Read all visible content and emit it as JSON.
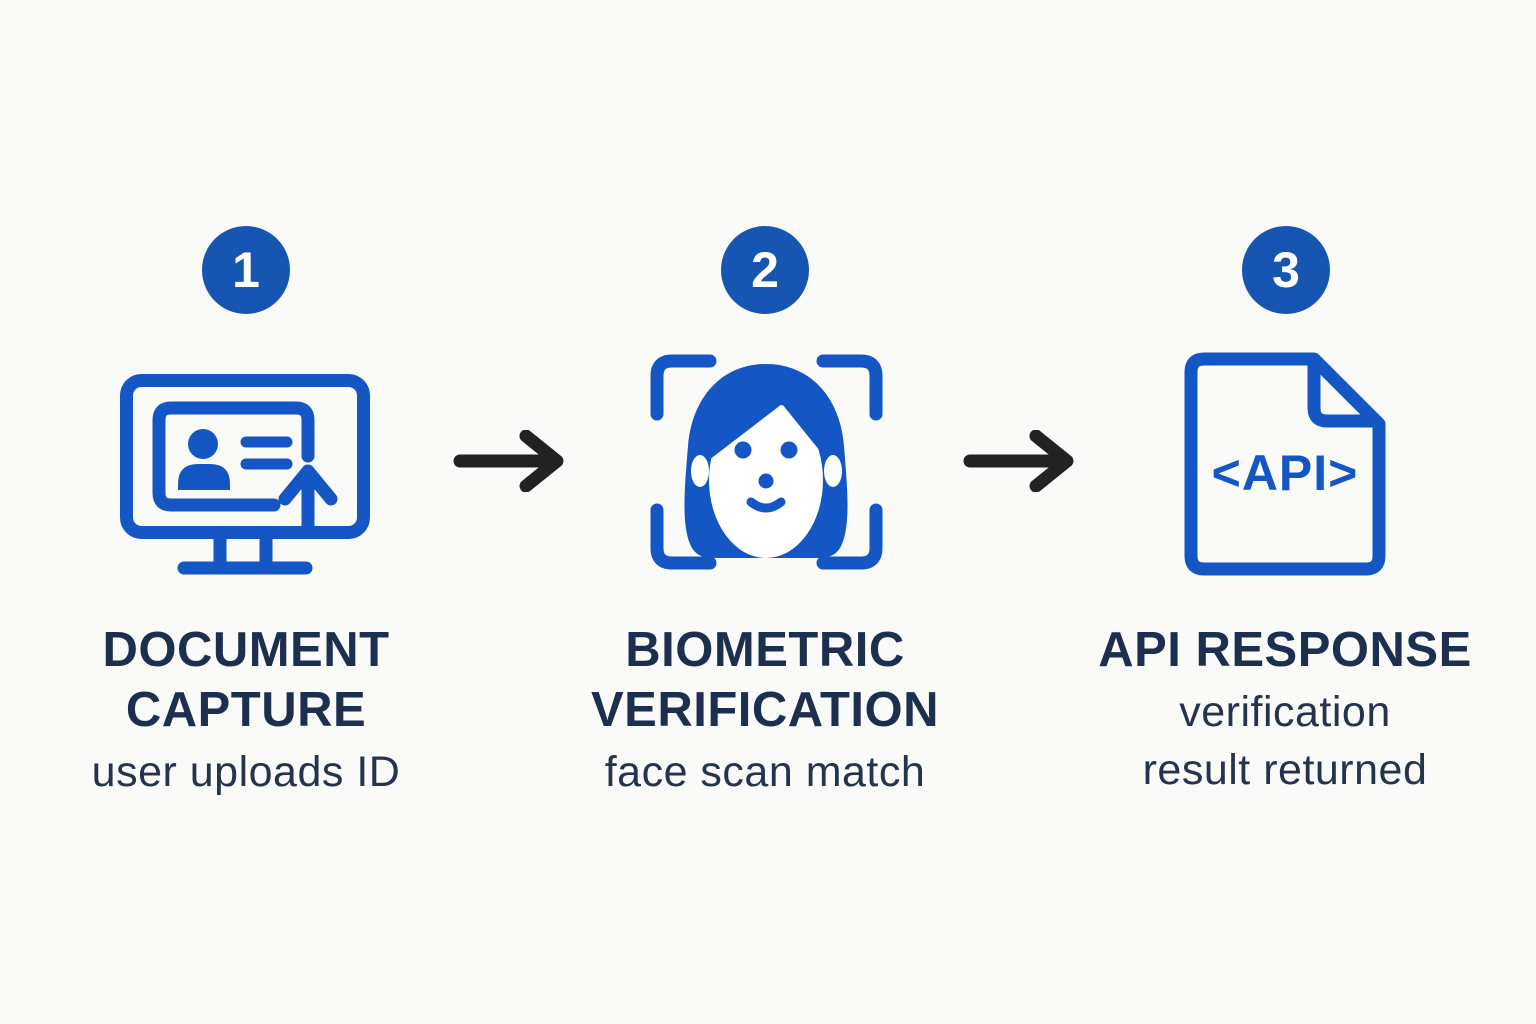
{
  "diagram": {
    "background": "#fafaf8",
    "colors": {
      "icon_blue": "#1356c4",
      "badge_blue": "#1655b2",
      "title_navy": "#1c2f4f",
      "subtitle_navy": "#24344d",
      "arrow_dark": "#202224",
      "badge_number_white": "#ffffff"
    },
    "steps": [
      {
        "number": "1",
        "icon": "monitor-id-upload-icon",
        "title_lines": [
          "DOCUMENT",
          "CAPTURE"
        ],
        "subtitle_lines": [
          "user uploads ID"
        ]
      },
      {
        "number": "2",
        "icon": "face-scan-icon",
        "title_lines": [
          "BIOMETRIC",
          "VERIFICATION"
        ],
        "subtitle_lines": [
          "face scan match"
        ]
      },
      {
        "number": "3",
        "icon": "api-document-icon",
        "api_label": "<API>",
        "title_lines": [
          "API RESPONSE"
        ],
        "subtitle_lines": [
          "verification",
          "result returned"
        ]
      }
    ]
  }
}
